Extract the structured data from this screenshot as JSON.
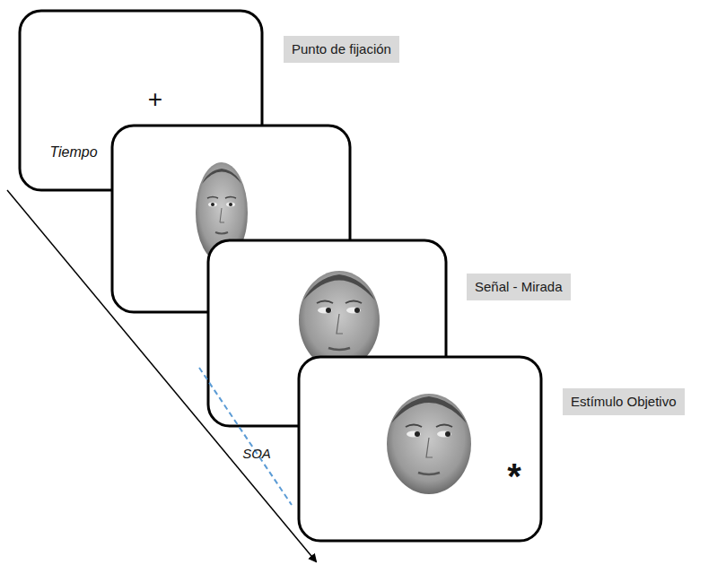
{
  "diagram": {
    "nodes": [
      {
        "text": [
          "Punto de fijación"
        ]
      },
      {
        "text": [
          "Señal - Mirada"
        ]
      },
      {
        "text": [
          "Estímulo Objetivo"
        ]
      }
    ],
    "labels": [
      "+",
      "*",
      "Tiempo",
      "SOA"
    ]
  }
}
